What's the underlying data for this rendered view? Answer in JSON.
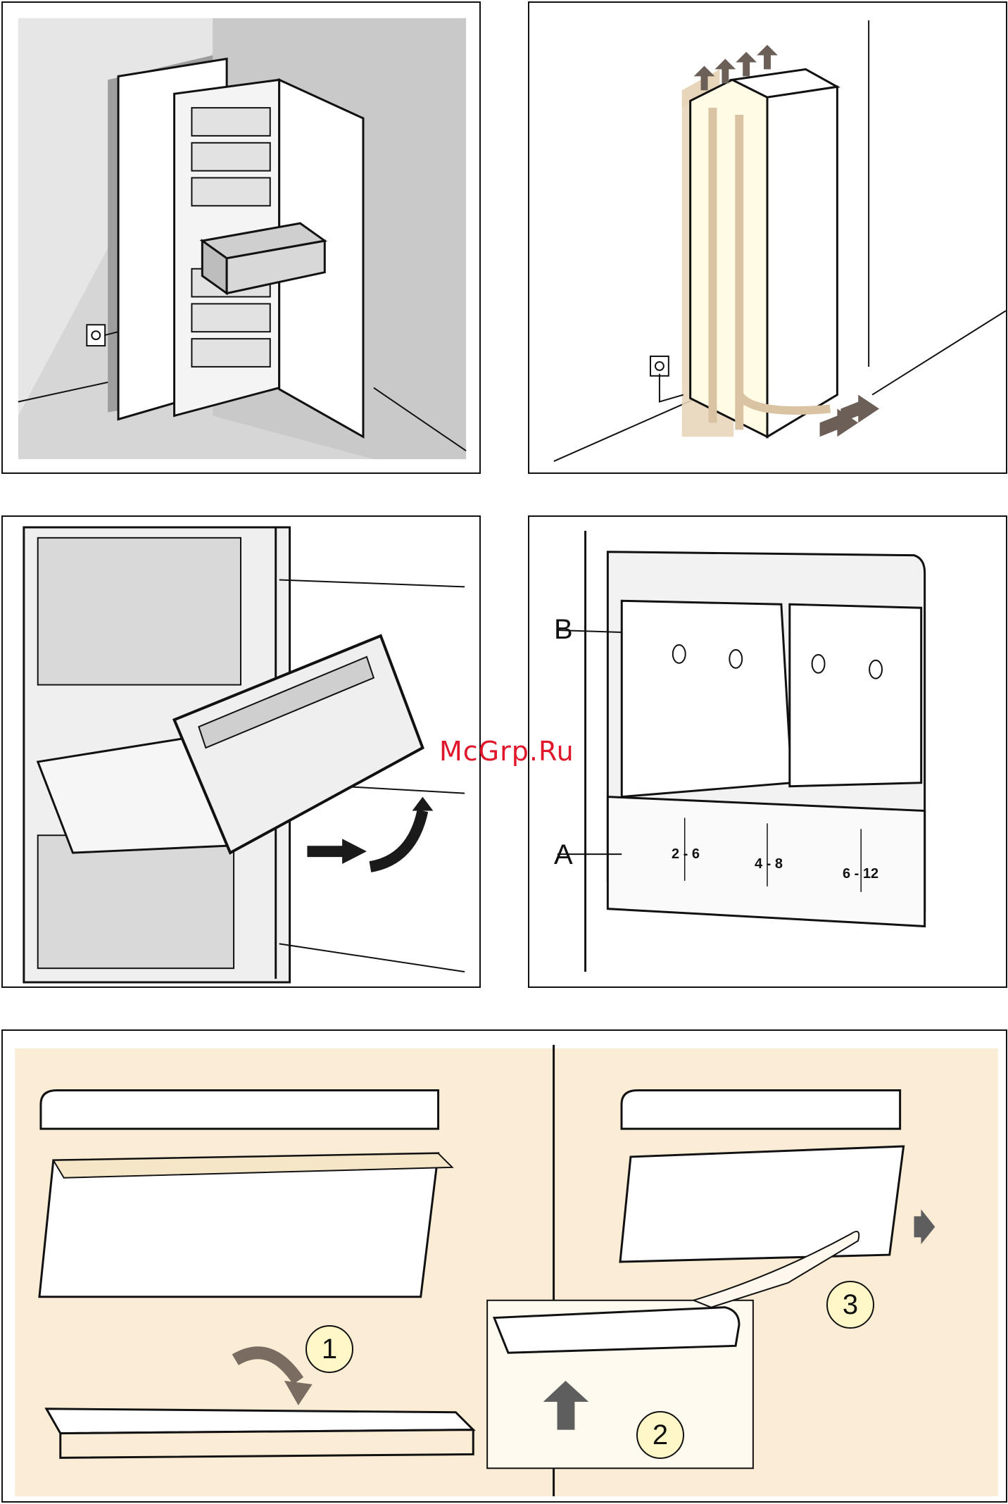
{
  "watermark": "McGrp.Ru",
  "panel4": {
    "label_a": "A",
    "label_b": "B",
    "ranges": [
      "2 - 6",
      "4 - 8",
      "6 - 12"
    ]
  },
  "panel5": {
    "steps": [
      "1",
      "2",
      "3"
    ]
  },
  "colors": {
    "ink": "#111111",
    "cream": "#fbecd6",
    "airflow": "#d9c3a3",
    "step_circle": "#fff7c8",
    "watermark": "#e0162b"
  }
}
